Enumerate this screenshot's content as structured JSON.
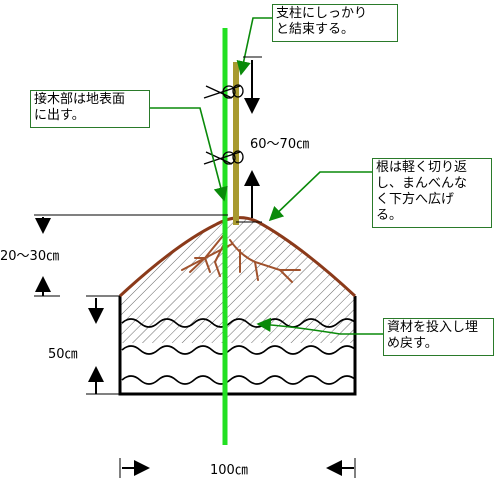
{
  "callouts": {
    "tie": "支柱にしっかり\nと結束する。",
    "graft": "接木部は地表面\nに出す。",
    "roots": "根は軽く切り返\nし、まんべんな\nく下方へ広げ\nる。",
    "backfill": "資材を投入し埋\nめ戻す。"
  },
  "dimensions": {
    "stake_height": "60～70㎝",
    "mound_height": "20～30㎝",
    "pit_depth": "50㎝",
    "pit_width": "100㎝"
  },
  "colors": {
    "stem": "#22e022",
    "stake": "#a89a30",
    "soil_line": "#8b3a1a",
    "root": "#a0522d",
    "pointer": "#2a7a2a"
  }
}
